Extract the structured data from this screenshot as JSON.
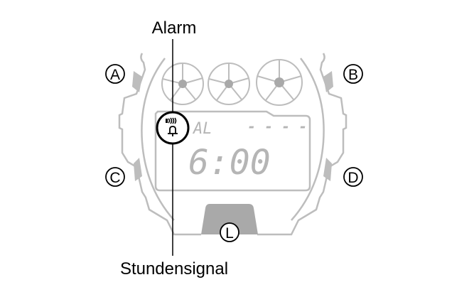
{
  "labels": {
    "alarm": "Alarm",
    "hourly_signal": "Stundensignal"
  },
  "buttons": {
    "a": "A",
    "b": "B",
    "c": "C",
    "d": "D",
    "l": "L"
  },
  "display": {
    "mode": "AL",
    "top_right": "- - - -",
    "time": "6:00"
  },
  "colors": {
    "case": "#bdbdbd",
    "highlight": "#000000"
  }
}
